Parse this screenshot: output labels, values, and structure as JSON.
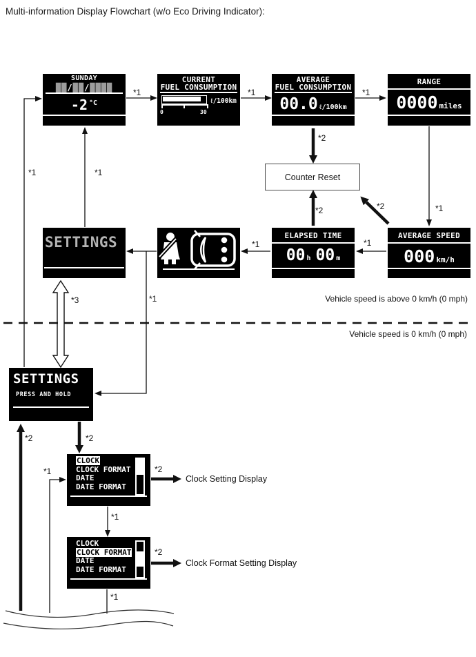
{
  "page": {
    "title": "Multi-information Display Flowchart (w/o Eco Driving Indicator):"
  },
  "step_labels": {
    "s1": "*1",
    "s2": "*2",
    "s3": "*3"
  },
  "conditions": {
    "above_zero": "Vehicle speed is above 0 km/h (0 mph)",
    "zero": "Vehicle speed is 0 km/h (0 mph)"
  },
  "nodes": {
    "counter_reset": "Counter Reset",
    "clock_setting": "Clock Setting Display",
    "clock_format_setting": "Clock Format Setting Display"
  },
  "displays": {
    "date_temp": {
      "title": "SUNDAY",
      "date_blocks": [
        "██",
        "██",
        "████"
      ],
      "date_separator": "/",
      "temp_value": "-2",
      "temp_unit": "°C"
    },
    "current_fuel": {
      "line1": "CURRENT",
      "line2": "FUEL CONSUMPTION",
      "scale_min": "0",
      "scale_max": "30",
      "unit": "ℓ/100km"
    },
    "average_fuel": {
      "line1": "AVERAGE",
      "line2": "FUEL CONSUMPTION",
      "value": "00.0",
      "unit": "ℓ/100km"
    },
    "range": {
      "title": "RANGE",
      "value": "0000",
      "unit": "miles"
    },
    "average_speed": {
      "title": "AVERAGE SPEED",
      "value": "000",
      "unit": "km/h"
    },
    "elapsed_time": {
      "title": "ELAPSED TIME",
      "hours_value": "00",
      "hours_unit": "h",
      "minutes_value": "00",
      "minutes_unit": "m"
    },
    "warning": {
      "icons": [
        "seatbelt-reminder",
        "door-open"
      ]
    },
    "settings": {
      "title": "SETTINGS"
    },
    "settings_hold": {
      "title": "SETTINGS",
      "subtitle": "PRESS AND HOLD"
    },
    "menu_clock": {
      "items": [
        "CLOCK",
        "CLOCK FORMAT",
        "DATE",
        "DATE FORMAT"
      ],
      "selected_index": 0
    },
    "menu_clock_format": {
      "items": [
        "CLOCK",
        "CLOCK FORMAT",
        "DATE",
        "DATE FORMAT"
      ],
      "selected_index": 1
    }
  },
  "colors": {
    "display_bg": "#000000",
    "display_fg": "#ffffff",
    "dimmed_fg": "#9c9c9c",
    "connector": "#111111"
  }
}
